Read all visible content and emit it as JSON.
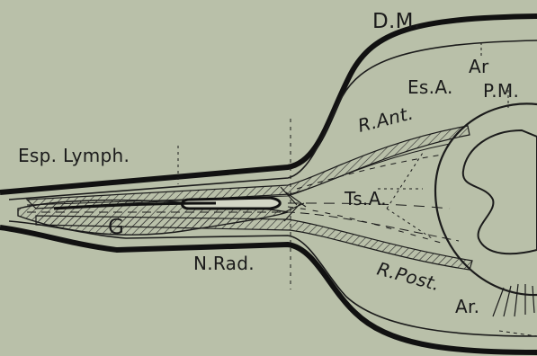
{
  "figure": {
    "labels": {
      "dm": "D.M.",
      "ar_top": "Ar",
      "esa": "Es.A.",
      "pm": "P.M.",
      "r_ant": "R.Ant.",
      "esp_lymph": "Esp. Lymph.",
      "tsa": "Ts.A.",
      "g": "G",
      "n_rad": "N.Rad.",
      "r_post": "R.Post.",
      "ar_bottom": "Ar."
    }
  }
}
